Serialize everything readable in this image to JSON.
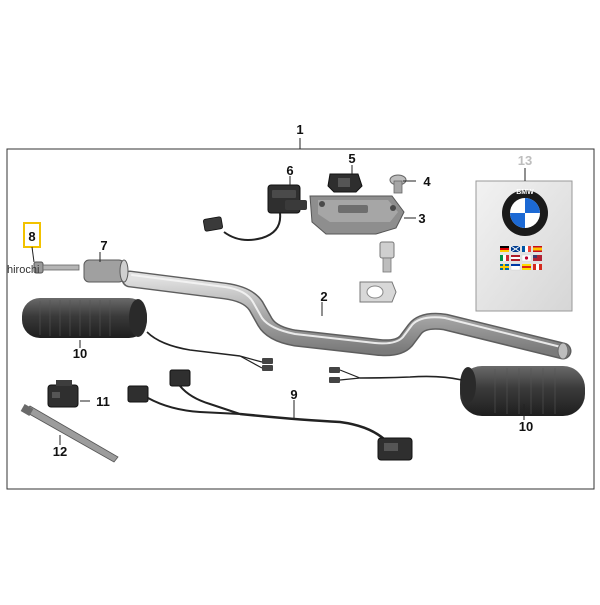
{
  "diagram": {
    "callouts": {
      "c1": "1",
      "c2": "2",
      "c3": "3",
      "c4": "4",
      "c5": "5",
      "c6": "6",
      "c7": "7",
      "c8": "8",
      "c9": "9",
      "c10a": "10",
      "c10b": "10",
      "c11": "11",
      "c12": "12",
      "c13": "13"
    },
    "watermark": "hirochi",
    "manual_logo": "BMW",
    "colors": {
      "frame": "#333333",
      "part_dark": "#3a3a3a",
      "part_mid": "#8c8c8c",
      "part_light": "#cfcfcf",
      "highlight": "#f2c200",
      "callout_13": "#bdbdbd"
    }
  }
}
